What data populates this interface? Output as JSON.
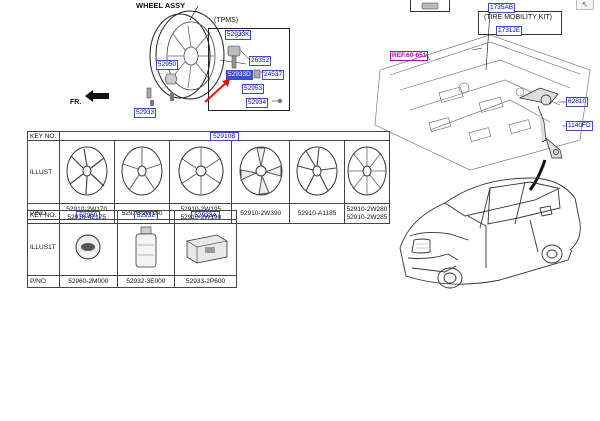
{
  "header_labels": {
    "wheel_assy": "WHEEL ASSY",
    "tpms": "(TPMS)",
    "tire_mobility_kit": "(TIRE MOBILITY KIT)",
    "fr": "FR."
  },
  "callouts": {
    "c52950": "52950",
    "c52933": "52933",
    "c52933K": "52933K",
    "c26352": "26352",
    "c52933D": "52933D",
    "c24537": "24537",
    "c52953": "52953",
    "c52934": "52934",
    "c1735AB": "1735AB",
    "c1731JE": "1731JE",
    "ref60651": "REF.60-651",
    "c62810": "62810",
    "c1140FD": "1140FD"
  },
  "colors": {
    "callout": "#0000cc",
    "highlight": "#3b4fe0",
    "reference": "#b000b0",
    "pointer_arrow": "#e01010"
  },
  "table_top": {
    "key_label": "KEY NO.",
    "key_part": "52910B",
    "illust_label": "ILLUST",
    "pno_label": "P/NO",
    "pnos": [
      "52910-2W170\n52910-4Z175",
      "52910-2W180",
      "52910-2W195\n52910-2W190",
      "52910-2W390",
      "52910-A1185",
      "52910-2W280\n52910-2W285"
    ]
  },
  "table_bottom": {
    "key_label": "KEY NO.",
    "keys": [
      "52960",
      "52932",
      "52933A"
    ],
    "illust_label": "ILLUS1T",
    "pno_label": "P/NO",
    "pnos": [
      "52960-2M000",
      "52932-3E000",
      "52933-2P600"
    ]
  }
}
